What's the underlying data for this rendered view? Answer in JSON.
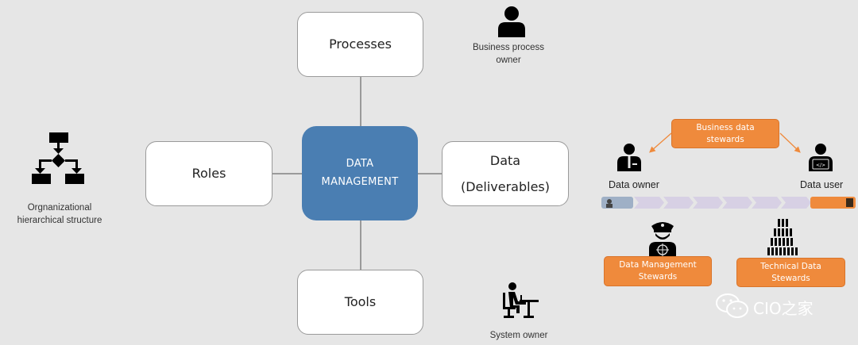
{
  "diagram": {
    "center": {
      "line1": "DATA",
      "line2": "MANAGEMENT"
    },
    "nodes": {
      "processes": "Processes",
      "roles": "Roles",
      "data_line1": "Data",
      "data_line2": "(Deliverables)",
      "tools": "Tools"
    },
    "actors": {
      "business_process_owner_line1": "Business process",
      "business_process_owner_line2": "owner",
      "system_owner": "System owner",
      "org_line1": "Orgnanizational",
      "org_line2": "hierarchical structure"
    },
    "stewardship": {
      "business_data_stewards_line1": "Business data",
      "business_data_stewards_line2": "stewards",
      "data_owner": "Data owner",
      "data_user": "Data user",
      "dm_stewards_line1": "Data Management",
      "dm_stewards_line2": "Stewards",
      "tech_stewards_line1": "Technical Data",
      "tech_stewards_line2": "Stewards"
    },
    "colors": {
      "center": "#4a7eb2",
      "orange": "#ef8a3c",
      "chevron": "#d7d0e4",
      "background": "#e6e6e6"
    }
  },
  "watermark": "CIO之家"
}
